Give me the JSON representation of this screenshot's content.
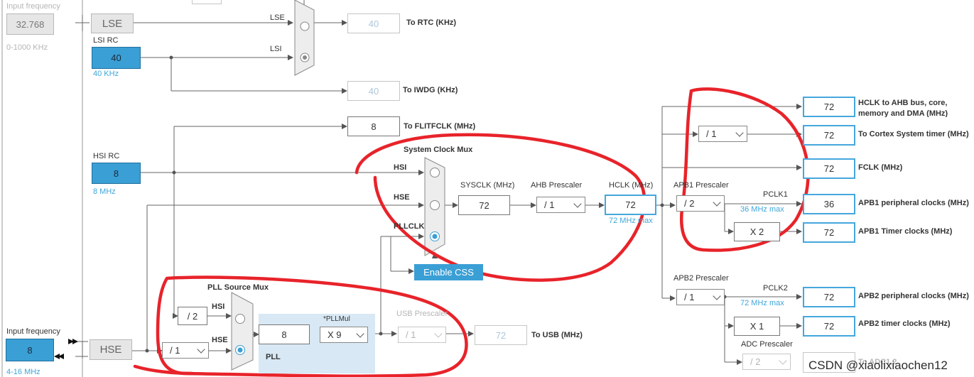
{
  "lse_section": {
    "input_frequency_label": "Input frequency",
    "input_frequency_value": "32.768",
    "range": "0-1000 KHz",
    "lse_block": "LSE",
    "mux_lse": "LSE",
    "mux_lsi": "LSI",
    "rtc_value": "40",
    "rtc_label": "To RTC (KHz)"
  },
  "lsi_section": {
    "title": "LSI RC",
    "value": "40",
    "freq": "40 KHz",
    "iwdg_value": "40",
    "iwdg_label": "To IWDG (KHz)"
  },
  "hsi_section": {
    "title": "HSI RC",
    "value": "8",
    "freq": "8 MHz",
    "flitf_value": "8",
    "flitf_label": "To FLITFCLK (MHz)"
  },
  "sysclk_mux": {
    "title": "System Clock Mux",
    "hsi": "HSI",
    "hse": "HSE",
    "pllclk": "PLLCLK",
    "enable_css": "Enable CSS"
  },
  "sysclk": {
    "label": "SYSCLK (MHz)",
    "value": "72"
  },
  "ahb": {
    "label": "AHB Prescaler",
    "value": "/ 1"
  },
  "hclk": {
    "label": "HCLK (MHz)",
    "value": "72",
    "max": "72 MHz max"
  },
  "apb1": {
    "label": "APB1 Prescaler",
    "value": "/ 2",
    "pclk_label": "PCLK1",
    "max": "36 MHz max",
    "timer_mult": "X 2"
  },
  "apb2": {
    "label": "APB2 Prescaler",
    "value": "/ 1",
    "pclk_label": "PCLK2",
    "max": "72 MHz max",
    "timer_mult": "X 1"
  },
  "cortex_div": "/ 1",
  "adc": {
    "label": "ADC Prescaler",
    "value": "/ 2"
  },
  "outputs": [
    {
      "value": "72",
      "label": "HCLK to AHB bus, core,",
      "label2": "memory and DMA (MHz)"
    },
    {
      "value": "72",
      "label": "To Cortex System timer (MHz)"
    },
    {
      "value": "72",
      "label": "FCLK (MHz)"
    },
    {
      "value": "36",
      "label": "APB1 peripheral clocks (MHz)"
    },
    {
      "value": "72",
      "label": "APB1 Timer clocks (MHz)"
    },
    {
      "value": "72",
      "label": "APB2 peripheral clocks (MHz)"
    },
    {
      "value": "72",
      "label": "APB2 timer clocks (MHz)"
    },
    {
      "value": "",
      "label": "To ADC1,2"
    }
  ],
  "pll_section": {
    "source_mux_title": "PLL Source Mux",
    "hsi_div": "/ 2",
    "hsi": "HSI",
    "hse": "HSE",
    "pll_value": "8",
    "pllmul_label": "*PLLMul",
    "pllmul_value": "X 9",
    "pll_label": "PLL",
    "usb_prescaler_label": "USB Prescaler",
    "usb_prescaler_value": "/ 1",
    "usb_value": "72",
    "usb_label": "To USB (MHz)"
  },
  "hse_section": {
    "input_frequency_label": "Input frequency",
    "input_frequency_value": "8",
    "range": "4-16 MHz",
    "hse_block": "HSE",
    "hse_div": "/ 1"
  },
  "watermark": "CSDN @xiaolixiaochen12",
  "colors": {
    "accent": "#3a9fd5",
    "annotation": "#e8232a",
    "output_border": "#45a7dd"
  }
}
